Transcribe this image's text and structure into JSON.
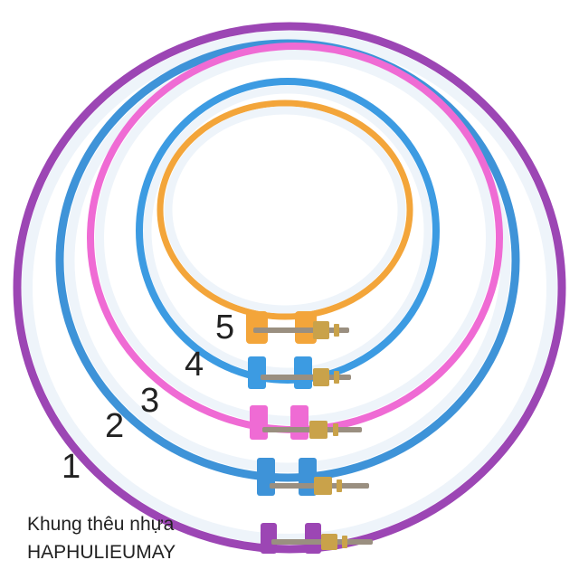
{
  "caption": {
    "line1": "Khung thêu nhựa",
    "line2": "HAPHULIEUMAY"
  },
  "hoops": [
    {
      "label": "1",
      "color": "#9c46b4"
    },
    {
      "label": "2",
      "color": "#3e93d8"
    },
    {
      "label": "3",
      "color": "#ef6bd4"
    },
    {
      "label": "4",
      "color": "#3c9be2"
    },
    {
      "label": "5",
      "color": "#f3a53a"
    }
  ],
  "colors": {
    "inner_ring": "#eef4fa",
    "brass": "#c9a24a",
    "screw": "#9a8f80"
  }
}
